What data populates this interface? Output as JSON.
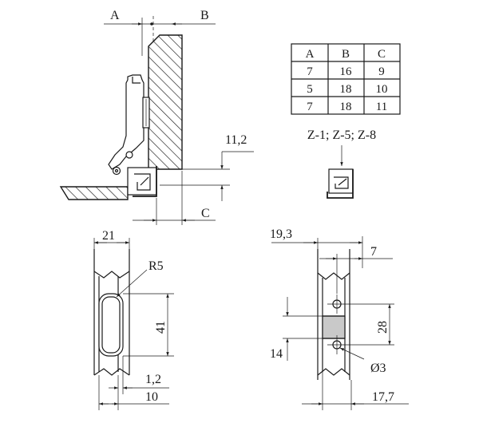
{
  "top_view": {
    "label_a": "A",
    "label_b": "B",
    "label_c": "C",
    "dim_height": "11,2"
  },
  "table": {
    "headers": [
      "A",
      "B",
      "C"
    ],
    "rows": [
      [
        "7",
        "16",
        "9"
      ],
      [
        "5",
        "18",
        "10"
      ],
      [
        "7",
        "18",
        "11"
      ]
    ],
    "models": "Z-1; Z-5; Z-8"
  },
  "side_view": {
    "dim_width": "21",
    "dim_radius": "R5",
    "dim_slot": "41",
    "dim_offset": "1,2",
    "dim_base": "10"
  },
  "plate_view": {
    "dim_overall": "19,3",
    "dim_7": "7",
    "dim_28": "28",
    "dim_14": "14",
    "dim_hole": "Ø3",
    "dim_bottom": "17,7"
  }
}
